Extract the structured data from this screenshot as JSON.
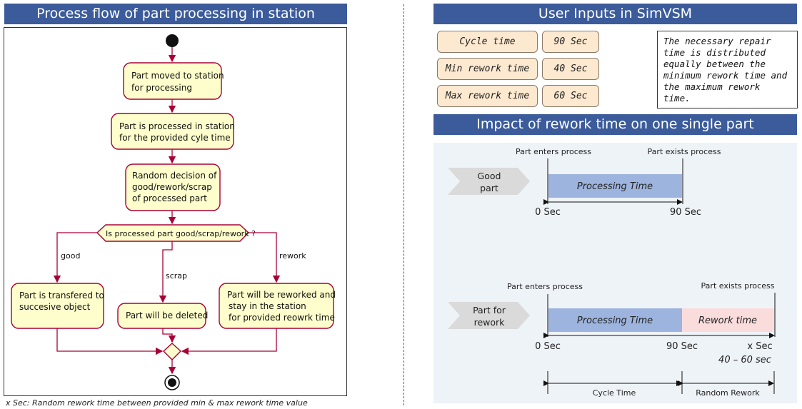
{
  "left": {
    "title": "Process flow of part processing in station",
    "steps": [
      [
        "Part moved to station",
        "for processing"
      ],
      [
        "Part is processed in station",
        "for the provided cyle time"
      ],
      [
        "Random decision of",
        "good/rework/scrap",
        "of processed part"
      ]
    ],
    "decision": "Is processed part good/scrap/rework ?",
    "branches": {
      "good_label": "good",
      "scrap_label": "scrap",
      "rework_label": "rework",
      "good_box": [
        "Part is transfered to",
        "succesive object"
      ],
      "scrap_box": [
        "Part will be deleted"
      ],
      "rework_box": [
        "Part will be reworked and",
        "stay in the station",
        "for provided reowrk time"
      ]
    },
    "footnote": "x Sec: Random rework time between provided min & max rework time value"
  },
  "right": {
    "inputs_title": "User Inputs in SimVSM",
    "inputs": [
      {
        "label": "Cycle time",
        "value": "90 Sec"
      },
      {
        "label": "Min rework time",
        "value": "40 Sec"
      },
      {
        "label": "Max rework time",
        "value": "60 Sec"
      }
    ],
    "note": "The necessary repair time is distributed equally between the minimum  rework time and the maximum  rework time.",
    "impact_title": "Impact of rework time on one single part",
    "good": {
      "tag": [
        "Good",
        "part"
      ],
      "enters": "Part enters process",
      "exits": "Part exists process",
      "bar": "Processing Time",
      "t0": "0 Sec",
      "t1": "90 Sec"
    },
    "rework": {
      "tag": [
        "Part for",
        "rework"
      ],
      "enters": "Part enters process",
      "exits": "Part exists process",
      "bar1": "Processing Time",
      "bar2": "Rework time",
      "t0": "0 Sec",
      "t1": "90 Sec",
      "t2": "x Sec",
      "range": "40 – 60 sec",
      "cycle": "Cycle Time",
      "random": "Random Rework"
    }
  },
  "colors": {
    "banner": "#3b5b9b",
    "node_fill": "#fefecc",
    "node_stroke": "#a80036",
    "input_fill": "#fde9d0",
    "proc_bar": "#9db4de",
    "rework_bar": "#fbdcdc",
    "impact_bg": "#eef3f8"
  }
}
